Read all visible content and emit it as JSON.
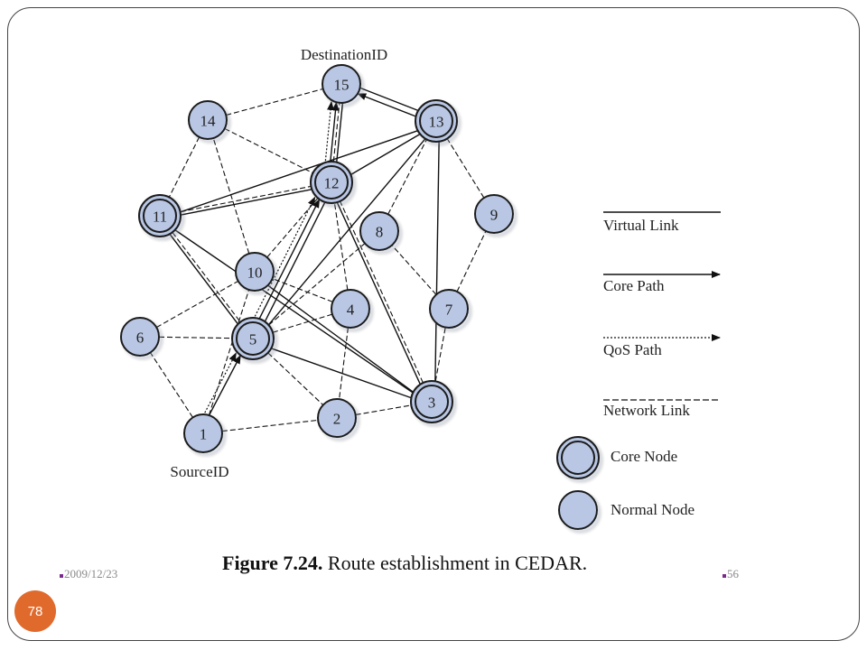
{
  "figure": {
    "caption_number": "Figure 7.24.",
    "caption_text": " Route establishment in CEDAR.",
    "destination_label": "DestinationID",
    "source_label": "SourceID"
  },
  "nodes": [
    {
      "id": "1",
      "type": "normal"
    },
    {
      "id": "2",
      "type": "normal"
    },
    {
      "id": "3",
      "type": "core"
    },
    {
      "id": "4",
      "type": "normal"
    },
    {
      "id": "5",
      "type": "core"
    },
    {
      "id": "6",
      "type": "normal"
    },
    {
      "id": "7",
      "type": "normal"
    },
    {
      "id": "8",
      "type": "normal"
    },
    {
      "id": "9",
      "type": "normal"
    },
    {
      "id": "10",
      "type": "normal"
    },
    {
      "id": "11",
      "type": "core"
    },
    {
      "id": "12",
      "type": "core"
    },
    {
      "id": "13",
      "type": "core"
    },
    {
      "id": "14",
      "type": "normal"
    },
    {
      "id": "15",
      "type": "normal"
    }
  ],
  "network_links": [
    [
      "1",
      "6"
    ],
    [
      "1",
      "2"
    ],
    [
      "1",
      "10"
    ],
    [
      "6",
      "5"
    ],
    [
      "6",
      "10"
    ],
    [
      "5",
      "4"
    ],
    [
      "5",
      "2"
    ],
    [
      "5",
      "8"
    ],
    [
      "4",
      "12"
    ],
    [
      "4",
      "10"
    ],
    [
      "4",
      "2"
    ],
    [
      "2",
      "3"
    ],
    [
      "3",
      "7"
    ],
    [
      "3",
      "12"
    ],
    [
      "7",
      "9"
    ],
    [
      "7",
      "8"
    ],
    [
      "9",
      "13"
    ],
    [
      "8",
      "13"
    ],
    [
      "10",
      "14"
    ],
    [
      "14",
      "11"
    ],
    [
      "14",
      "15"
    ],
    [
      "14",
      "12"
    ],
    [
      "11",
      "12"
    ],
    [
      "11",
      "5"
    ],
    [
      "10",
      "12"
    ],
    [
      "12",
      "15"
    ]
  ],
  "virtual_links": [
    [
      "11",
      "13"
    ],
    [
      "11",
      "12"
    ],
    [
      "11",
      "5"
    ],
    [
      "11",
      "3"
    ],
    [
      "5",
      "12"
    ],
    [
      "5",
      "13"
    ],
    [
      "5",
      "3"
    ],
    [
      "12",
      "13"
    ],
    [
      "12",
      "3"
    ],
    [
      "3",
      "13"
    ],
    [
      "12",
      "15"
    ],
    [
      "13",
      "15"
    ],
    [
      "10",
      "3"
    ]
  ],
  "core_path": [
    [
      "1",
      "5"
    ],
    [
      "5",
      "12"
    ],
    [
      "12",
      "15"
    ],
    [
      "13",
      "15"
    ]
  ],
  "qos_path": [
    [
      "1",
      "5"
    ],
    [
      "5",
      "12"
    ],
    [
      "12",
      "15"
    ]
  ],
  "legend": {
    "virtual_link": "Virtual Link",
    "core_path": "Core Path",
    "qos_path": "QoS Path",
    "network_link": "Network Link",
    "core_node": "Core Node",
    "normal_node": "Normal Node"
  },
  "footer": {
    "date": "2009/12/23",
    "page": "56"
  },
  "slide_number": "78",
  "colors": {
    "node_fill": "#b9c7e4",
    "node_stroke": "#1a1a1a",
    "badge": "#e06a2c",
    "footer_marker": "#7a2a8a"
  }
}
